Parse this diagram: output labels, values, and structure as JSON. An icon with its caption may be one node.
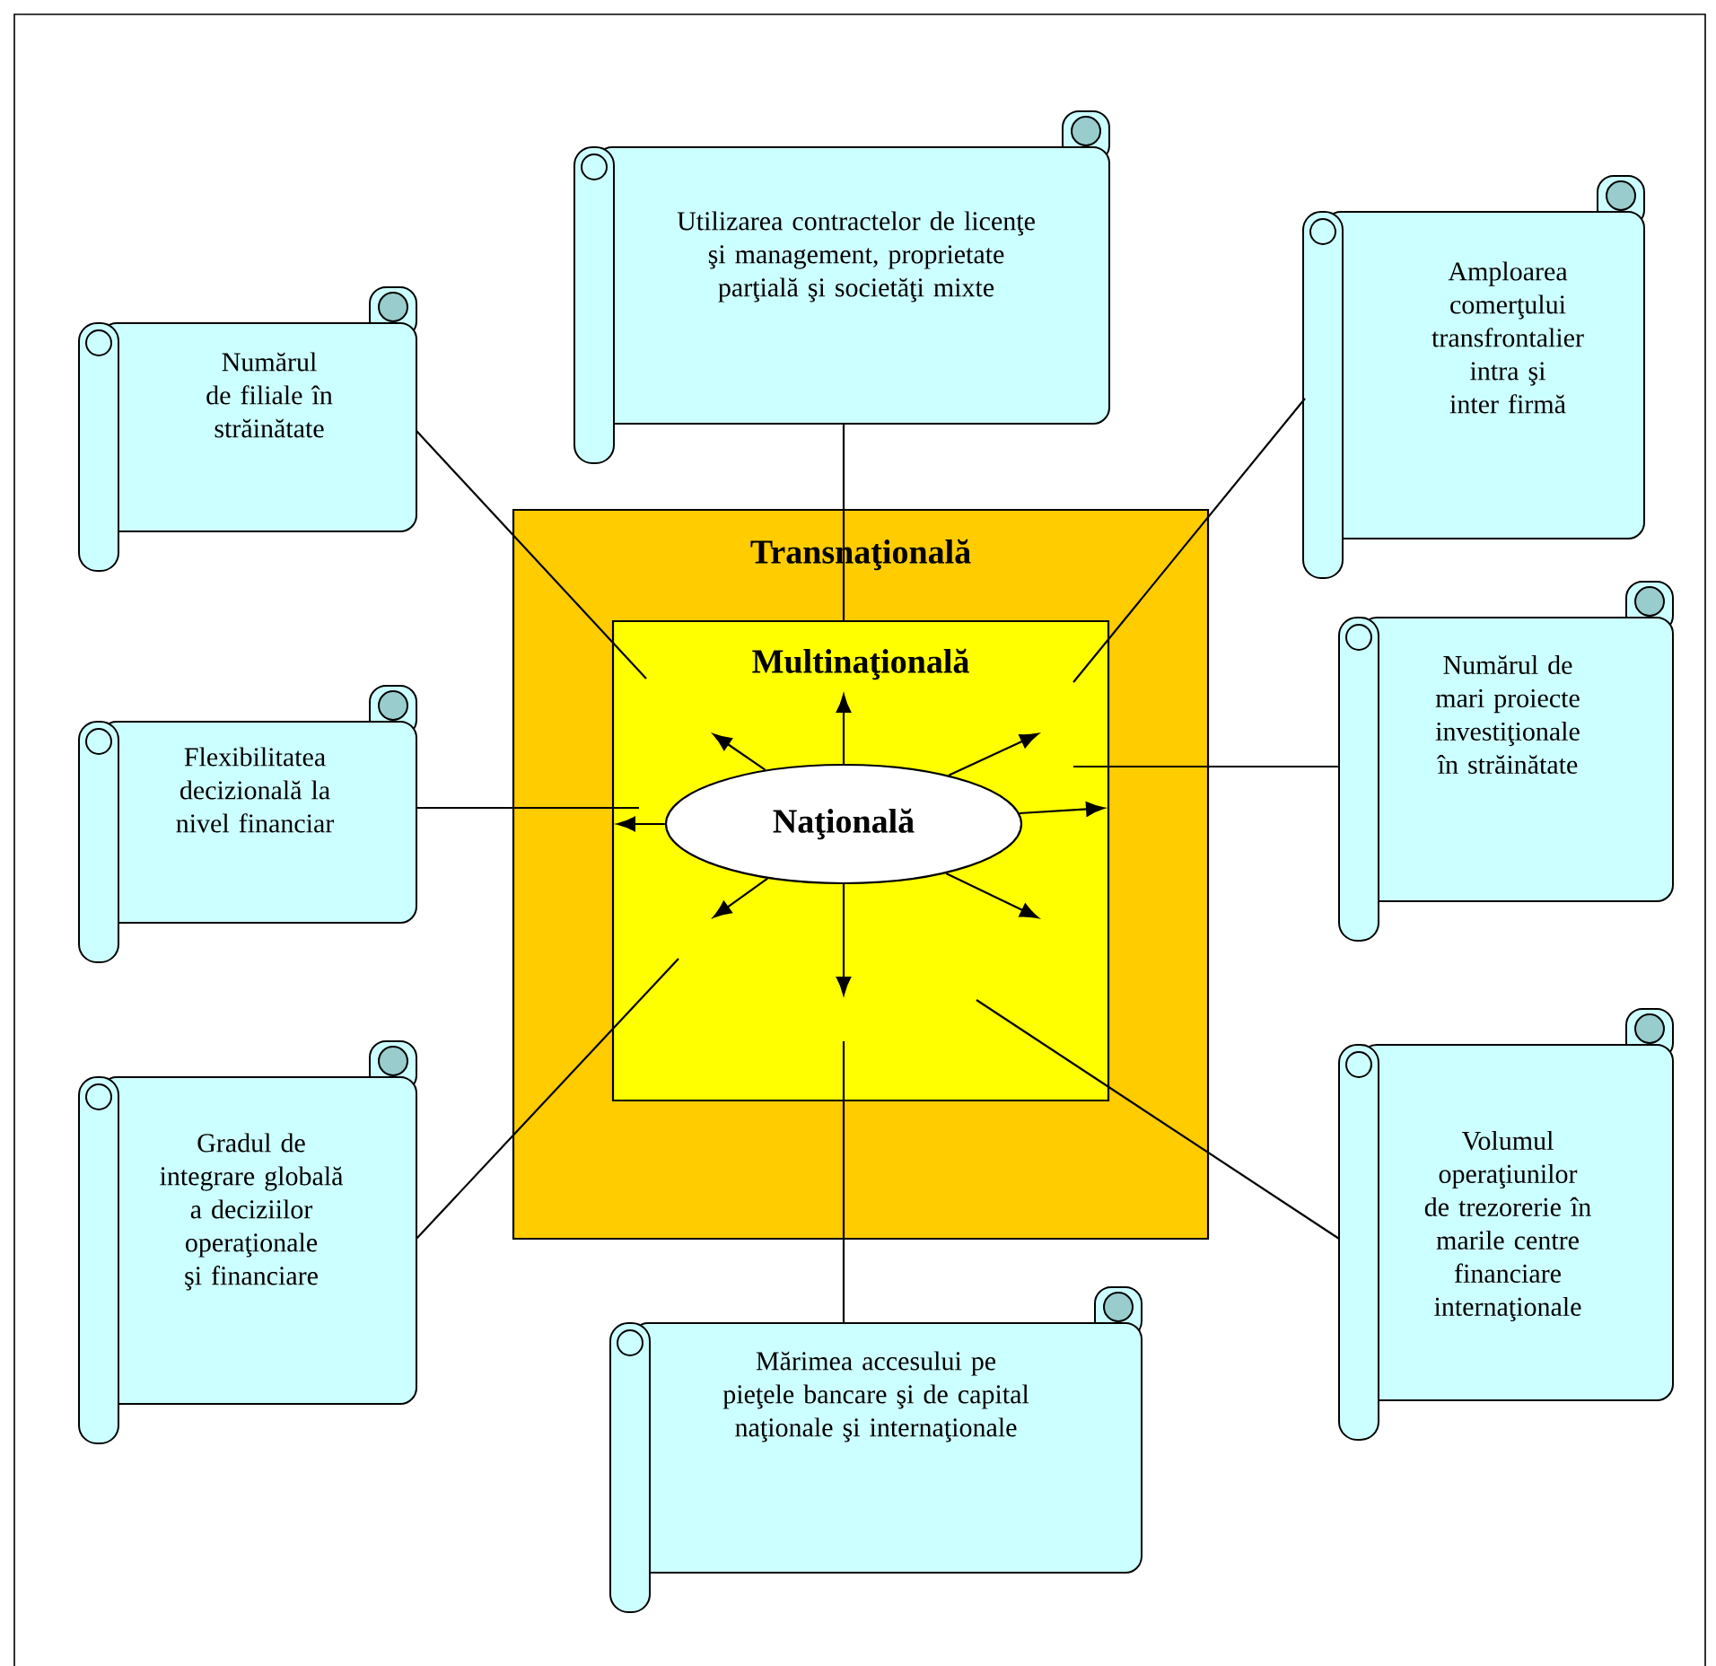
{
  "diagram": {
    "nodes": [
      {
        "text": [
          "Transnaţională"
        ]
      },
      {
        "text": [
          "Multinaţională"
        ],
        "in": 0
      },
      {
        "text": [
          "Naţională"
        ],
        "in": 1
      },
      {
        "text": [
          "Numărul de filiale în străinătate"
        ]
      },
      {
        "text": [
          "Utilizarea contractelor de licenţe şi management, proprietate parţială şi societăţi mixte"
        ]
      },
      {
        "text": [
          "Amploarea comerţului transfrontalier intra şi inter firmă"
        ]
      },
      {
        "text": [
          "Numărul de mari proiecte investiţionale în străinătate"
        ]
      },
      {
        "text": [
          "Flexibilitatea decizională la nivel financiar"
        ]
      },
      {
        "text": [
          "Gradul de integrare globală a deciziilor operaţionale şi financiare"
        ]
      },
      {
        "text": [
          "Volumul operaţiunilor de trezorerie în marile centre financiare internaţionale"
        ]
      },
      {
        "text": [
          "Mărimea accesului pe pieţele bancare şi de capital naţionale şi internaţionale"
        ]
      }
    ],
    "edges": [
      {
        "from": 3,
        "to": null,
        "arrow": "none"
      },
      {
        "from": 4,
        "to": 1,
        "arrow": "none"
      },
      {
        "from": 5,
        "to": null,
        "arrow": "none"
      },
      {
        "from": 6,
        "to": null,
        "arrow": "none"
      },
      {
        "from": 7,
        "to": null,
        "arrow": "none"
      },
      {
        "from": 8,
        "to": null,
        "arrow": "none"
      },
      {
        "from": 9,
        "to": null,
        "arrow": "none"
      },
      {
        "from": 10,
        "to": null,
        "arrow": "none"
      },
      {
        "from": 2,
        "to": null,
        "arrow": "to"
      },
      {
        "from": 2,
        "to": null,
        "arrow": "to"
      },
      {
        "from": 2,
        "to": null,
        "arrow": "to"
      },
      {
        "from": 2,
        "to": null,
        "arrow": "to"
      },
      {
        "from": 2,
        "to": null,
        "arrow": "to"
      },
      {
        "from": 2,
        "to": null,
        "arrow": "to"
      },
      {
        "from": 2,
        "to": null,
        "arrow": "to"
      },
      {
        "from": 2,
        "to": null,
        "arrow": "to"
      }
    ]
  }
}
